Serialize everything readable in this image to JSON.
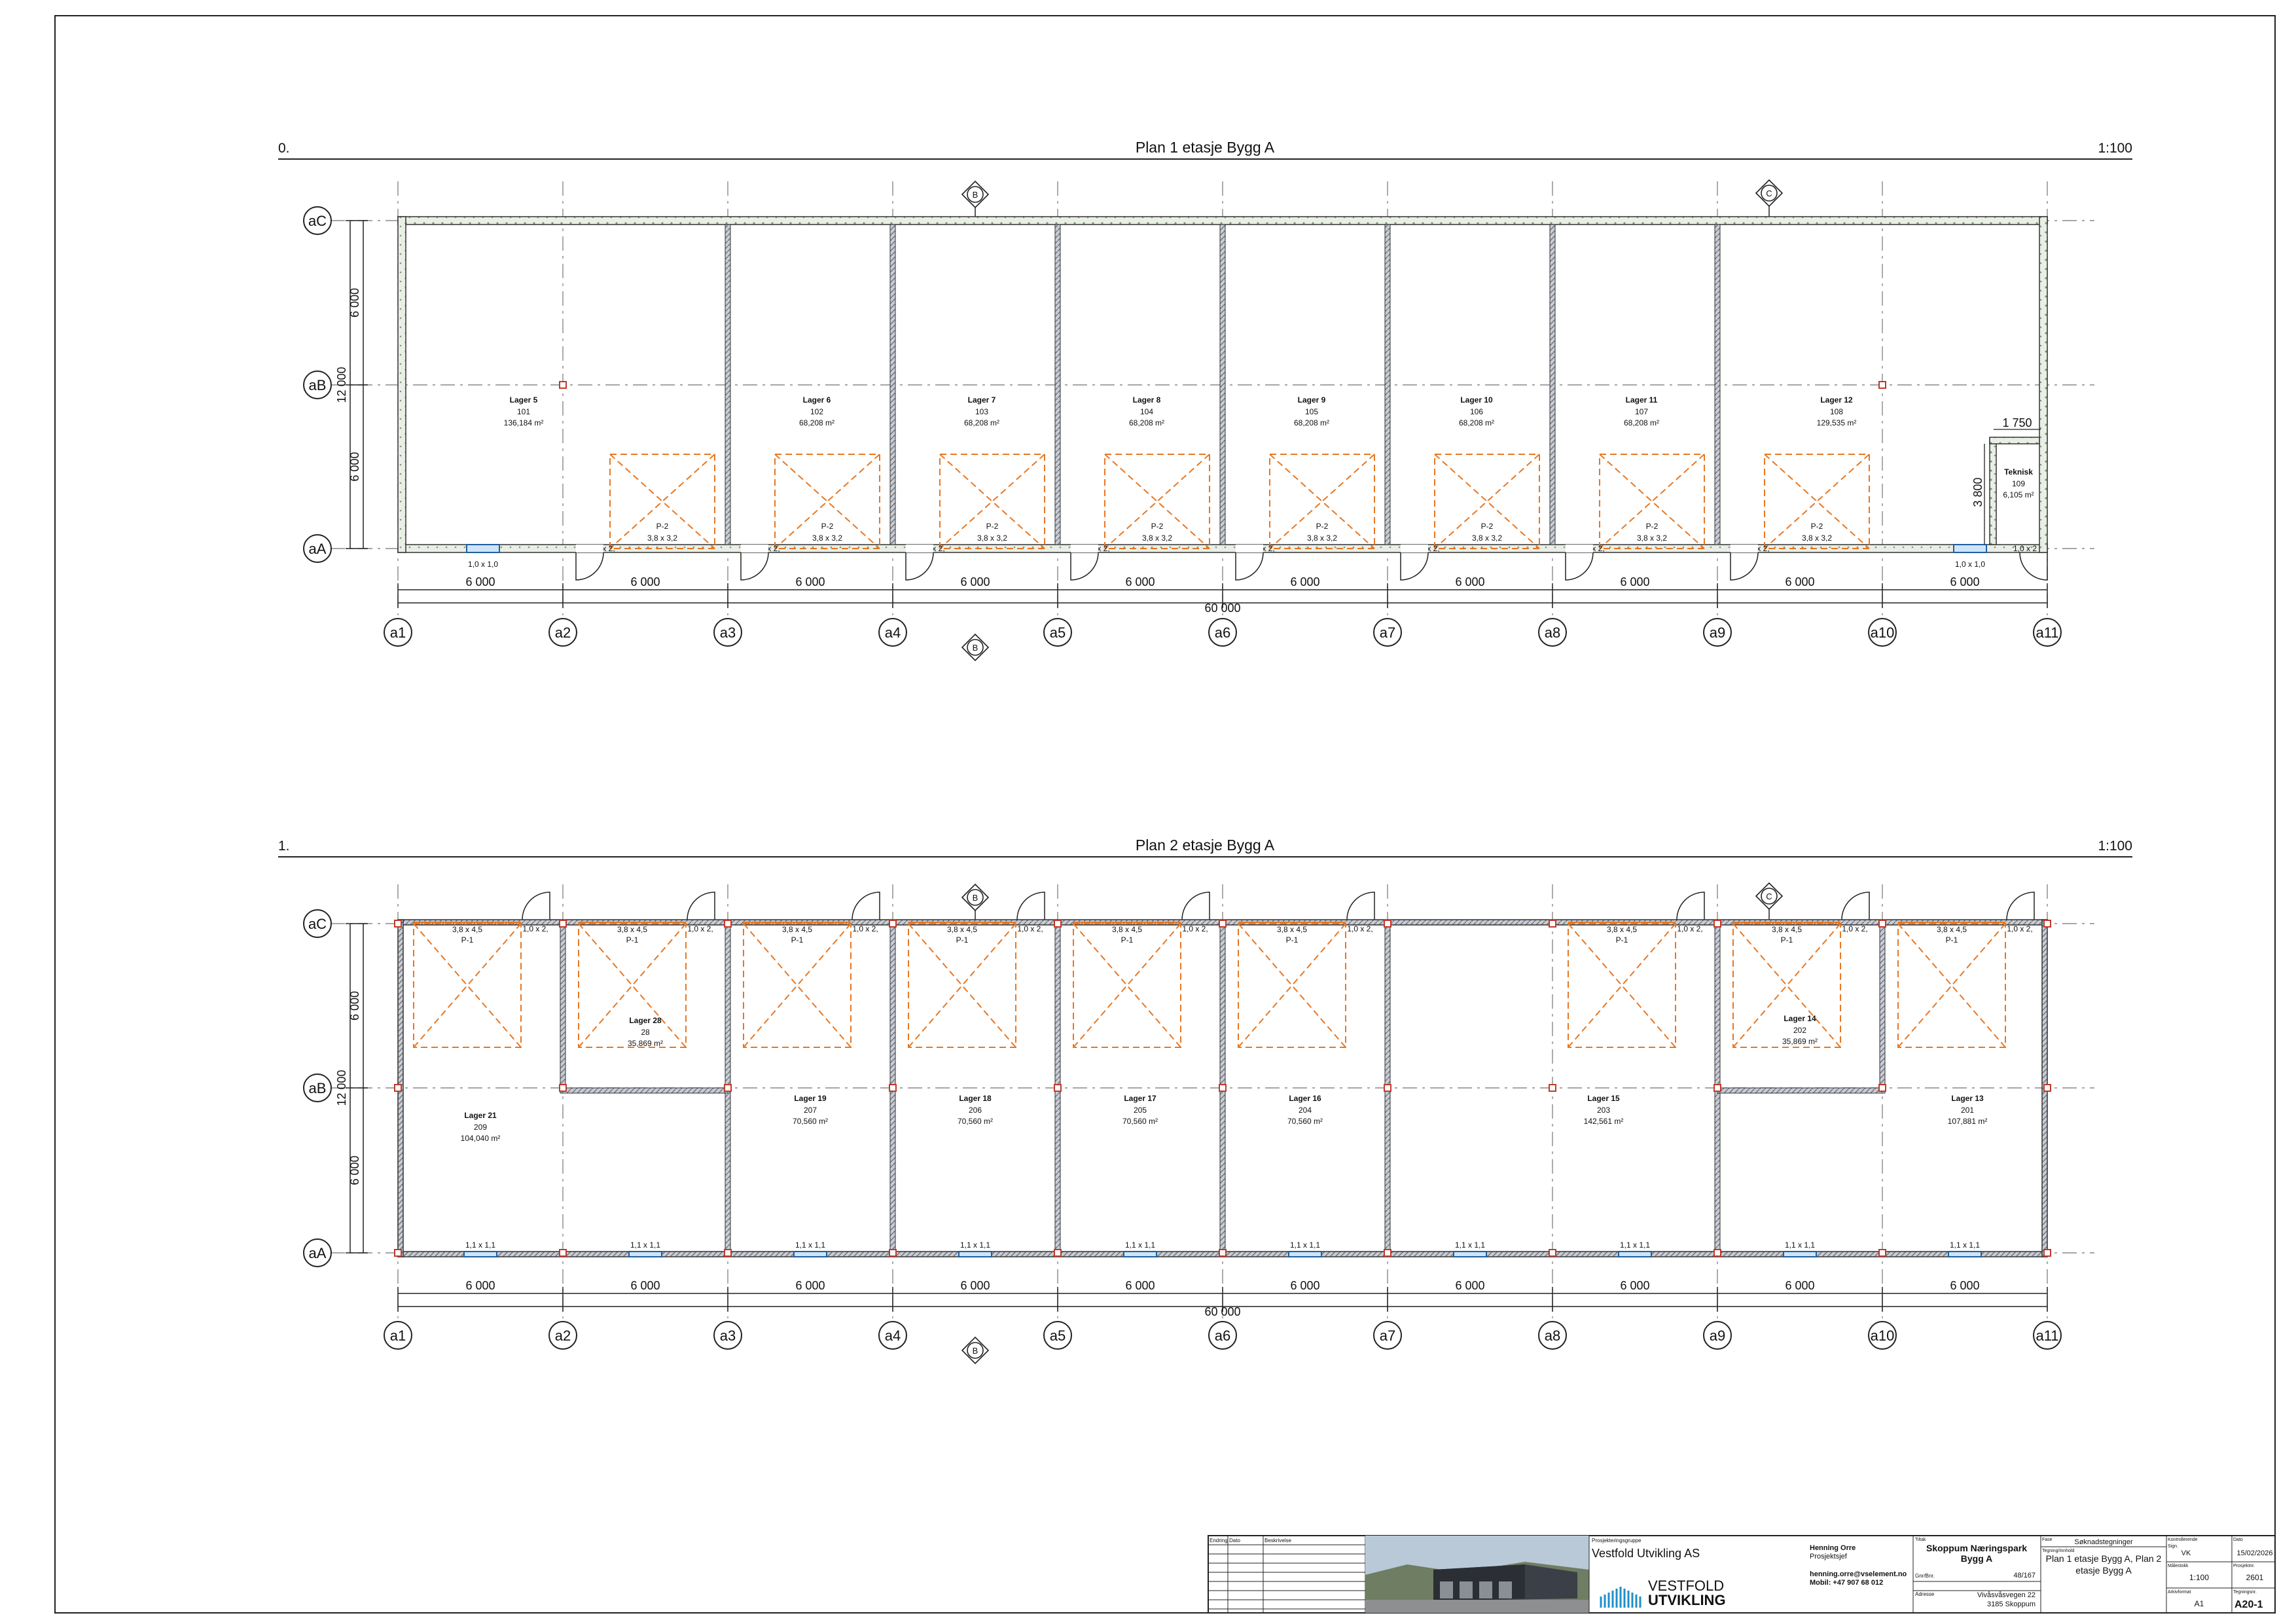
{
  "plans": [
    {
      "number": "0.",
      "title": "Plan 1 etasje Bygg A",
      "scale": "1:100",
      "grid_rows": [
        "aC",
        "aB",
        "aA"
      ],
      "grid_cols": [
        "a1",
        "a2",
        "a3",
        "a4",
        "a5",
        "a6",
        "a7",
        "a8",
        "a9",
        "a10",
        "a11"
      ],
      "section_markers": [
        "B",
        "C"
      ],
      "section_markers_bottom": [
        "B"
      ],
      "dims_bottom": [
        "6 000",
        "6 000",
        "6 000",
        "6 000",
        "6 000",
        "6 000",
        "6 000",
        "6 000",
        "6 000",
        "6 000"
      ],
      "dim_total": "60 000",
      "dims_left": [
        "6 000",
        "6 000"
      ],
      "dim_left_total": "12 000",
      "rooms": [
        {
          "name": "Lager 5",
          "number": "101",
          "area": "136,184 m²"
        },
        {
          "name": "Lager 6",
          "number": "102",
          "area": "68,208 m²"
        },
        {
          "name": "Lager 7",
          "number": "103",
          "area": "68,208 m²"
        },
        {
          "name": "Lager 8",
          "number": "104",
          "area": "68,208 m²"
        },
        {
          "name": "Lager 9",
          "number": "105",
          "area": "68,208 m²"
        },
        {
          "name": "Lager 10",
          "number": "106",
          "area": "68,208 m²"
        },
        {
          "name": "Lager 11",
          "number": "107",
          "area": "68,208 m²"
        },
        {
          "name": "Lager 12",
          "number": "108",
          "area": "129,535 m²"
        }
      ],
      "technical_room": {
        "name": "Teknisk",
        "number": "109",
        "area": "6,105 m²",
        "dim_w": "1 750",
        "dim_h": "3 800"
      },
      "port_label": {
        "name": "P-2",
        "size": "3,8 x 3,2"
      },
      "door_label": "1,0 x 2,",
      "window_label": "1,0 x 1,0",
      "door_label_end": "1,0 x 2"
    },
    {
      "number": "1.",
      "title": "Plan 2 etasje Bygg A",
      "scale": "1:100",
      "grid_rows": [
        "aC",
        "aB",
        "aA"
      ],
      "grid_cols": [
        "a1",
        "a2",
        "a3",
        "a4",
        "a5",
        "a6",
        "a7",
        "a8",
        "a9",
        "a10",
        "a11"
      ],
      "section_markers": [
        "B",
        "C"
      ],
      "section_markers_bottom": [
        "B"
      ],
      "dims_bottom": [
        "6 000",
        "6 000",
        "6 000",
        "6 000",
        "6 000",
        "6 000",
        "6 000",
        "6 000",
        "6 000",
        "6 000"
      ],
      "dim_total": "60 000",
      "dims_left": [
        "6 000",
        "6 000"
      ],
      "dim_left_total": "12 000",
      "rooms": [
        {
          "name": "Lager 21",
          "number": "209",
          "area": "104,040 m²"
        },
        {
          "name": "Lager 28",
          "number": "28",
          "area": "35,869 m²"
        },
        {
          "name": "Lager 19",
          "number": "207",
          "area": "70,560 m²"
        },
        {
          "name": "Lager 18",
          "number": "206",
          "area": "70,560 m²"
        },
        {
          "name": "Lager 17",
          "number": "205",
          "area": "70,560 m²"
        },
        {
          "name": "Lager 16",
          "number": "204",
          "area": "70,560 m²"
        },
        {
          "name": "Lager 15",
          "number": "203",
          "area": "142,561 m²"
        },
        {
          "name": "Lager 14",
          "number": "202",
          "area": "35,869 m²"
        },
        {
          "name": "Lager 13",
          "number": "201",
          "area": "107,881 m²"
        }
      ],
      "port_label": {
        "name": "P-1",
        "size": "3,8 x 4,5"
      },
      "door_label": "1,0 x 2,",
      "window_label": "1,1 x 1,1"
    }
  ],
  "title_block": {
    "rev_headers": [
      "Endring",
      "Dato",
      "Beskrivelse"
    ],
    "planning_group_label": "Prosjekteringsgruppe",
    "company": "Vestfold Utvikling AS",
    "logo_text_1": "VESTFOLD",
    "logo_text_2": "UTVIKLING",
    "contact_name": "Henning Orre",
    "contact_role": "Prosjektsjef",
    "contact_email": "henning.orre@vselement.no",
    "contact_phone": "Mobil: +47 907 68 012",
    "project_label": "Tiltak",
    "project_name_1": "Skoppum Næringspark",
    "project_name_2": "Bygg A",
    "gnr_label": "Gnr/Bnr.",
    "gnr_value": "48/167",
    "address_label": "Adresse",
    "address_1": "Vivåsvåsvegen 22",
    "address_2": "3185 Skoppum",
    "phase_label": "Fase",
    "phase_value": "Søknadstegninger",
    "drawing_label": "Tegning/Innhold",
    "drawing_title_1": "Plan 1 etasje Bygg A, Plan 2",
    "drawing_title_2": "etasje Bygg A",
    "signed_label": "Sign.",
    "signed_value": "VK",
    "checked_label": "Kontrollerende",
    "date_label": "Dato",
    "date_value": "15/02/2026",
    "scale_label": "Målestokk",
    "scale_value": "1:100",
    "project_no_label": "Prosjektnr.",
    "project_no_value": "2601",
    "format_label": "Arkivformat",
    "format_value": "A1",
    "drawing_no_label": "Tegningsnr.",
    "drawing_no_value": "A20-1"
  }
}
